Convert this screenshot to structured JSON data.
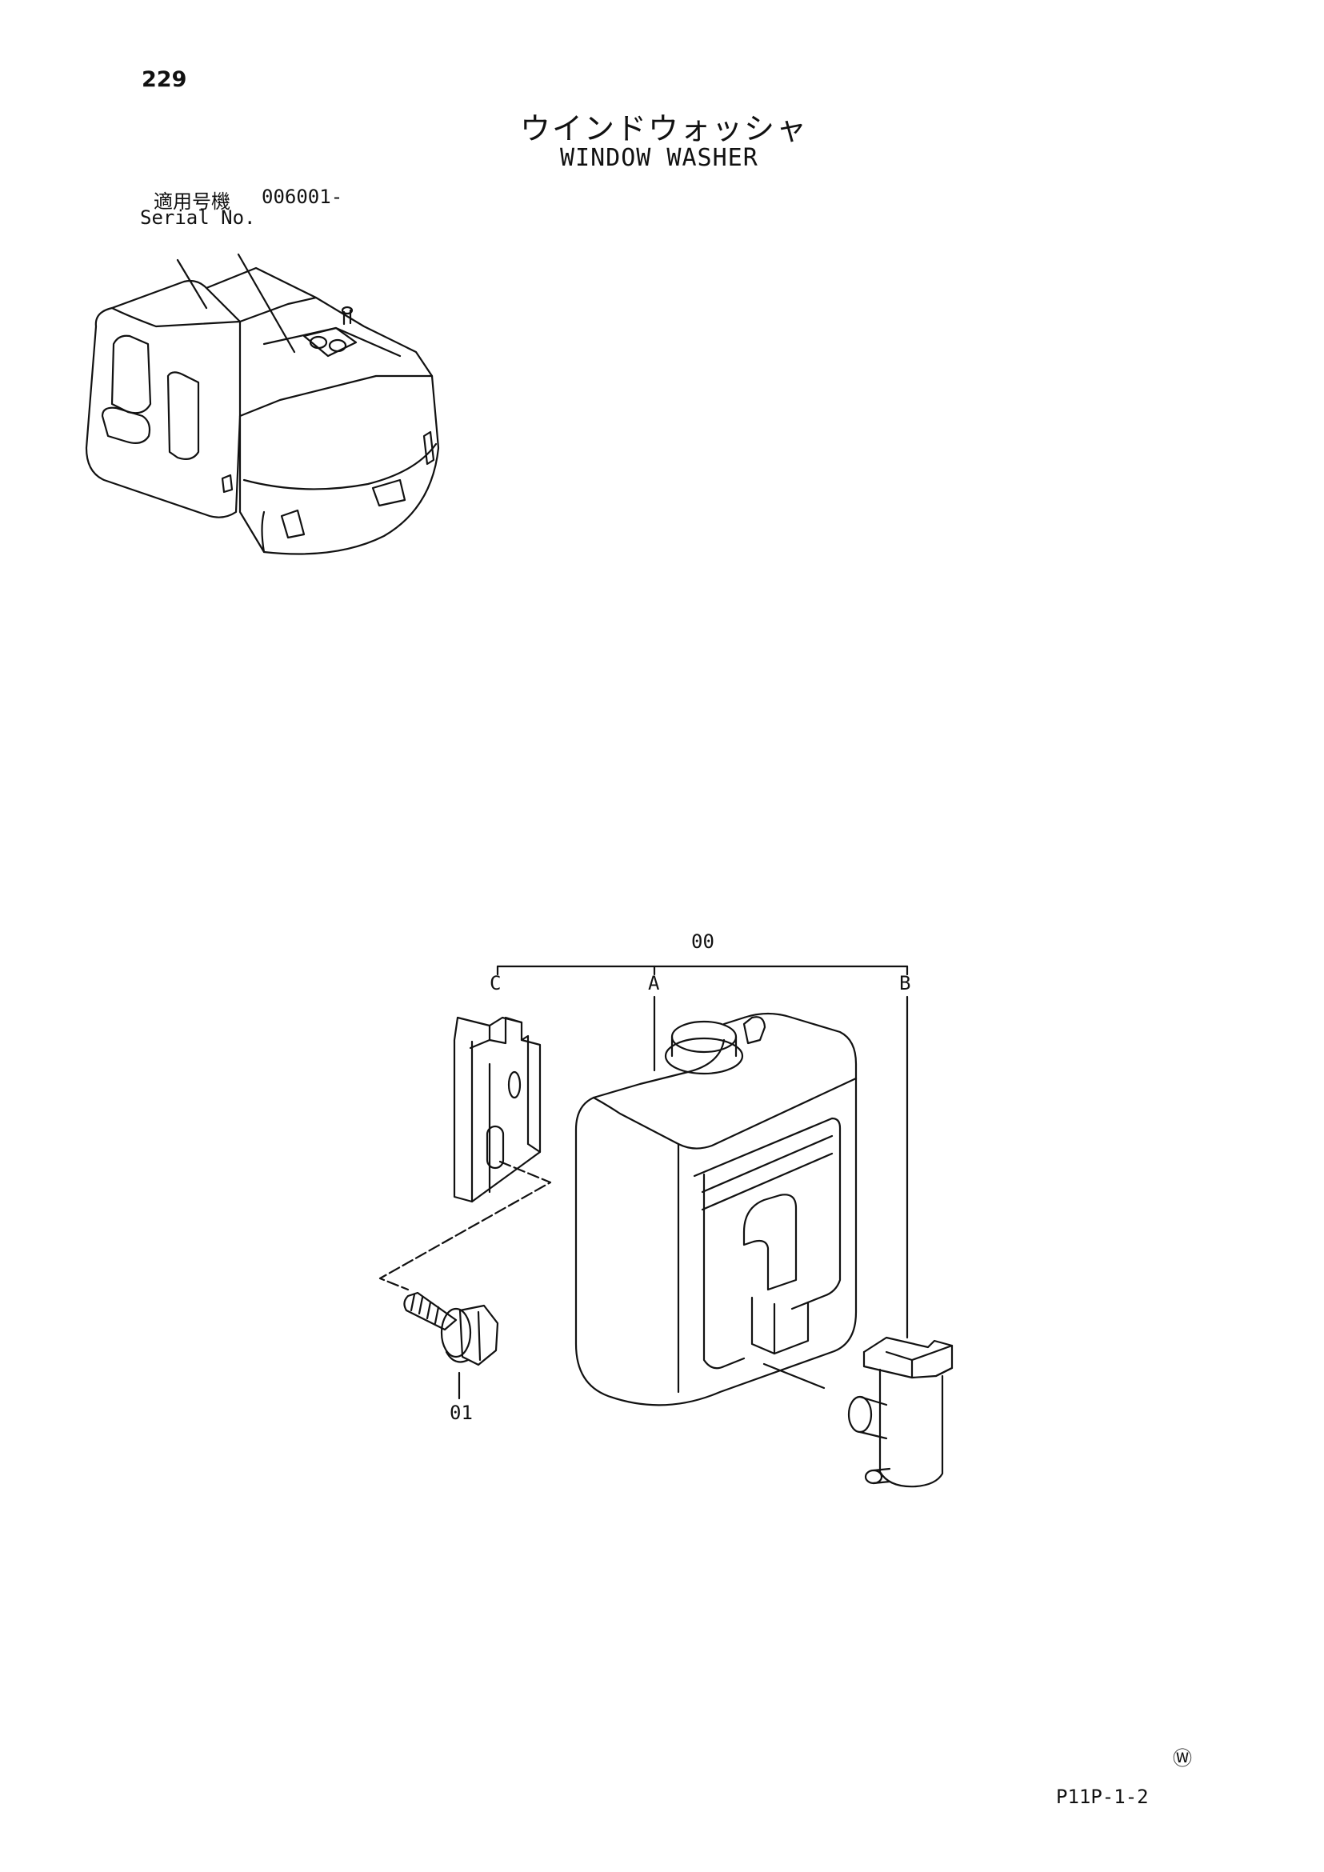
{
  "page_number": "229",
  "title_japanese": "ウインドウォッシャ",
  "title_english": "WINDOW WASHER",
  "serial": {
    "label_japanese": "適用号機",
    "value": "006001-",
    "label_english": "Serial No."
  },
  "callouts": {
    "assembly": "00",
    "tank": "A",
    "pump": "B",
    "bracket": "C",
    "bolt": "01"
  },
  "stamp_symbol": "Ⓦ",
  "page_code": "P11P-1-2"
}
